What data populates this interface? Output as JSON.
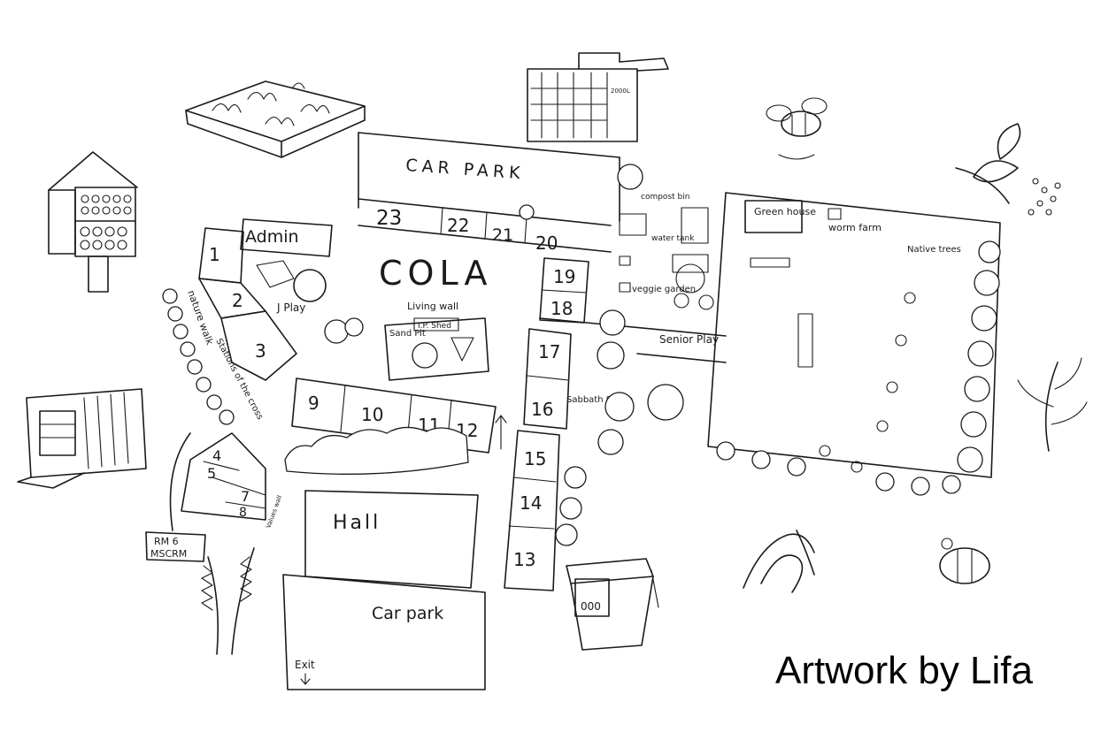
{
  "map": {
    "labels": {
      "car_park_top": "CAR PARK",
      "admin": "Admin",
      "cola": "COLA",
      "living_wall": "Living wall",
      "sand_pit": "Sand Pit",
      "ip_shed": "I.P. Shed",
      "j_play": "J Play",
      "nature_walk": "nature walk",
      "stations_of_the_cross": "Stations of the cross",
      "hall": "Hall",
      "car_park_bottom": "Car park",
      "exit": "Exit",
      "rm6": "RM 6",
      "mscrm": "MSCRM",
      "values_wall": "Values wall",
      "compost_bin": "compost bin",
      "water_tank": "water tank",
      "veggie_garden": "veggie garden",
      "senior_play": "Senior Play",
      "sabbath_space": "Sabbath Space",
      "green_house": "Green house",
      "worm_farm": "worm farm",
      "native_trees": "Native trees",
      "tank_capacity": "2000L"
    },
    "rooms": [
      "1",
      "2",
      "3",
      "4",
      "5",
      "7",
      "8",
      "9",
      "10",
      "11",
      "12",
      "13",
      "14",
      "15",
      "16",
      "17",
      "18",
      "19",
      "20",
      "21",
      "22",
      "23"
    ]
  },
  "credit": "Artwork by Lifa"
}
